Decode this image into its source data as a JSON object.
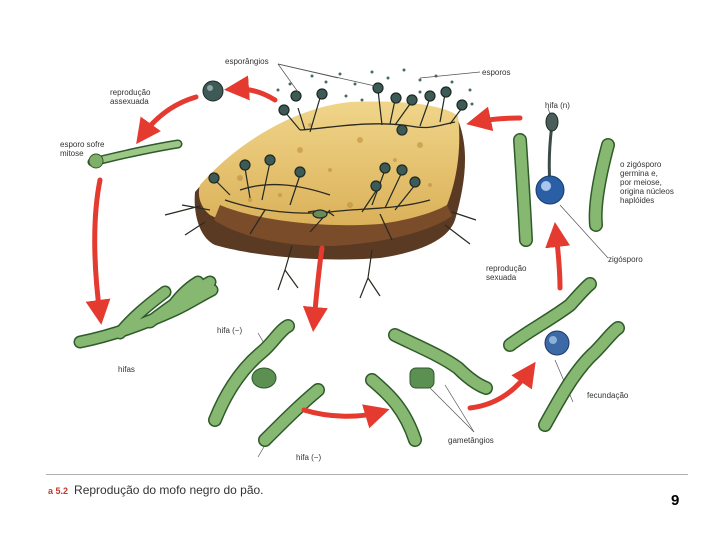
{
  "labels": {
    "esporangios": "esporângios",
    "esporos": "esporos",
    "reproducao_assexuada": "reprodução\nassexuada",
    "esporo_sofre_mitose": "esporo sofre\nmitose",
    "hifa_n": "hifa (n)",
    "zigosporo_germina": "o zigósporo\ngermina e,\npor meiose,\norigina núcleos\nhaplóides",
    "zigosporo": "zigósporo",
    "reproducao_sexuada": "reprodução\nsexuada",
    "hifas": "hifas",
    "hifa_menos_top": "hifa (−)",
    "hifa_menos_bottom": "hifa (−)",
    "gametangios": "gametângios",
    "fecundacao": "fecundação"
  },
  "caption": {
    "figure_number": "a 5.2",
    "text": "Reprodução do mofo negro do pão."
  },
  "page_number": "9",
  "colors": {
    "arrow": "#e53a2f",
    "hypha_fill": "#7fb06a",
    "hypha_stroke": "#2f5a2a",
    "bread_crumb": "#e2c06a",
    "bread_crust": "#5a3a22",
    "sporangium": "#3d5a56",
    "zygospore": "#2a5fa6"
  }
}
